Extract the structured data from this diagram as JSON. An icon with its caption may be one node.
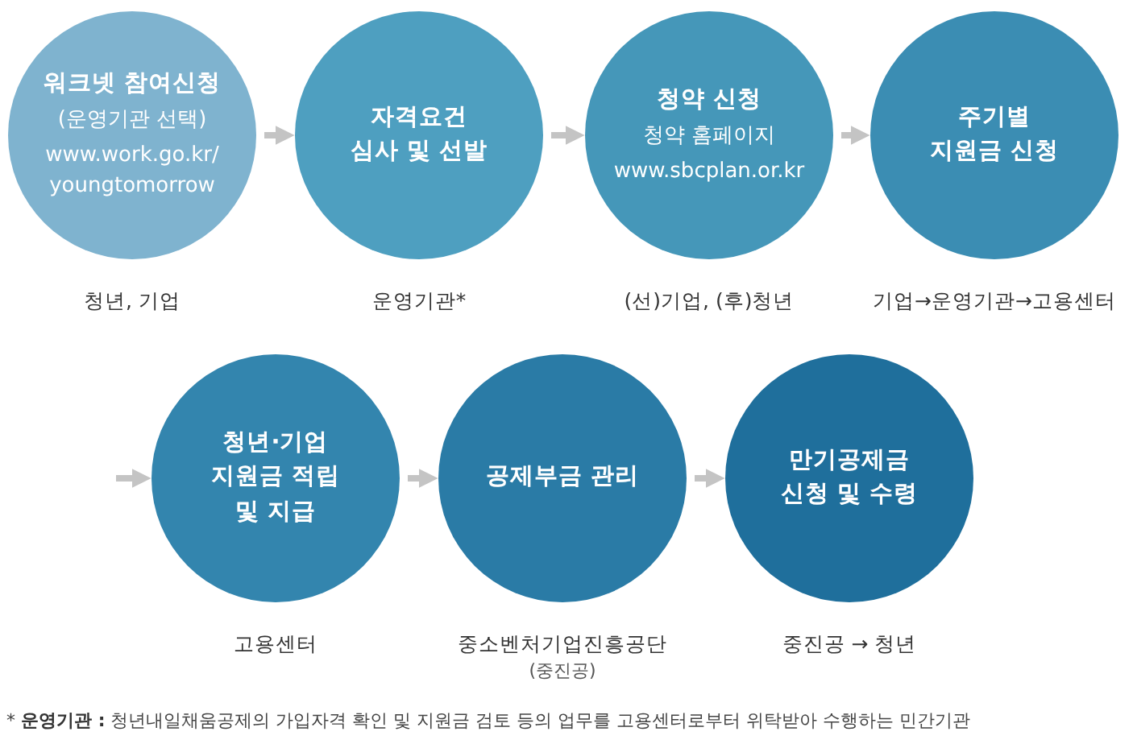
{
  "diagram": {
    "nodes": [
      {
        "text": [
          "워크넷 참여신청",
          "(운영기관 선택)",
          "www.work.go.kr/ youngtomorrow"
        ],
        "beside": [
          "청년, 기업"
        ]
      },
      {
        "text": [
          "자격요건 심사 및 선발"
        ],
        "beside": [
          "운영기관*"
        ]
      },
      {
        "text": [
          "청약 신청",
          "청약 홈페이지",
          "www.sbcplan.or.kr"
        ],
        "beside": [
          "(선)기업, (후)청년"
        ]
      },
      {
        "text": [
          "주기별 지원금 신청"
        ],
        "beside": [
          "기업→운영기관→고용센터"
        ]
      },
      {
        "text": [
          "청년·기업 지원금 적립 및 지급"
        ],
        "beside": [
          "고용센터"
        ]
      },
      {
        "text": [
          "공제부금 관리"
        ],
        "beside": [
          "중소벤처기업진흥공단",
          "(중진공)"
        ]
      },
      {
        "text": [
          "만기공제금 신청 및 수령"
        ],
        "beside": [
          "중진공 → 청년"
        ]
      }
    ],
    "edges": [
      {
        "from": 0,
        "to": 1,
        "arrow": "to"
      },
      {
        "from": 1,
        "to": 2,
        "arrow": "to"
      },
      {
        "from": 2,
        "to": 3,
        "arrow": "to"
      },
      {
        "from": null,
        "to": 4,
        "arrow": "to"
      },
      {
        "from": 4,
        "to": 5,
        "arrow": "to"
      },
      {
        "from": 5,
        "to": 6,
        "arrow": "to"
      }
    ],
    "labels": [
      "* **운영기관 :** 청년내일채움공제의 가입자격 확인 및 지원금 검토 등의 업무를 고용센터로부터 위탁받아 수행하는 민간기관"
    ]
  }
}
